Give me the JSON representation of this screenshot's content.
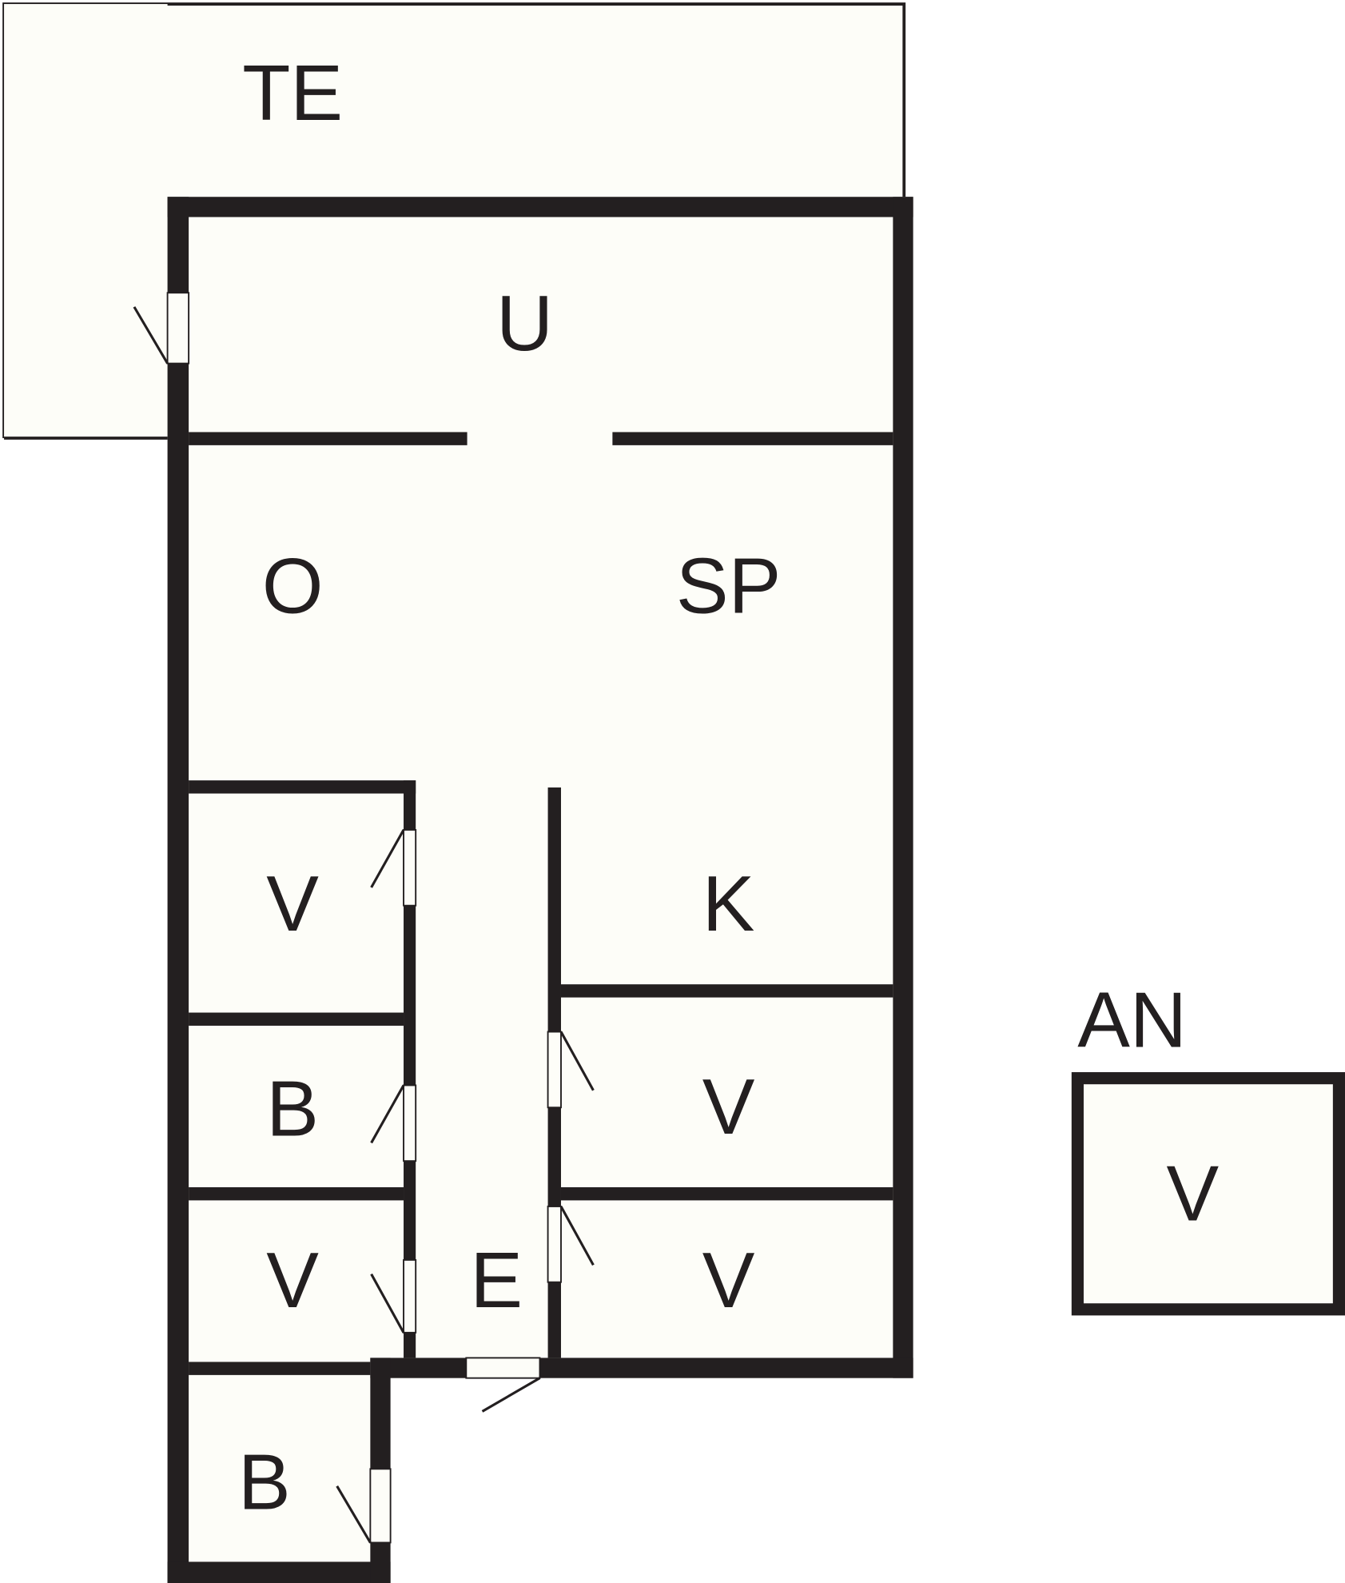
{
  "plan": {
    "title": "Floor plan",
    "colors": {
      "fill": "#fdfdf8",
      "wall": "#231f20"
    },
    "rooms": {
      "terrace": "TE",
      "u": "U",
      "o": "O",
      "sp": "SP",
      "k": "K",
      "v_left_top": "V",
      "b_left": "B",
      "v_left_bottom": "V",
      "e": "E",
      "v_right_top": "V",
      "v_right_bottom": "V",
      "b_bottom": "B",
      "annex_label": "AN",
      "annex_room": "V"
    }
  }
}
